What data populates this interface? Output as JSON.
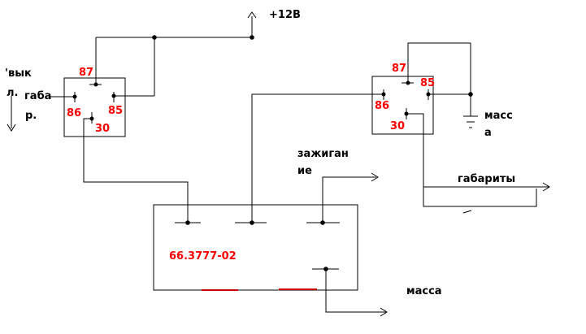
{
  "labels": {
    "plus12v": "+12В",
    "vykl": "'вык",
    "l": "л.",
    "gaba": "габа",
    "r": "р.",
    "massa_right_1": "масс",
    "massa_right_2": "а",
    "zazhigan_1": "зажиган",
    "zazhigan_2": "ие",
    "gabarity": "габариты",
    "massa_bottom": "масса",
    "module_code": "66.3777-02"
  },
  "relay_left": {
    "pin87": "87",
    "pin86": "86",
    "pin85": "85",
    "pin30": "30"
  },
  "relay_right": {
    "pin87": "87",
    "pin86": "86",
    "pin85": "85",
    "pin30": "30"
  },
  "colors": {
    "wire": "#000000",
    "pin_label": "#ff0000",
    "module_accent": "#cc0000"
  }
}
